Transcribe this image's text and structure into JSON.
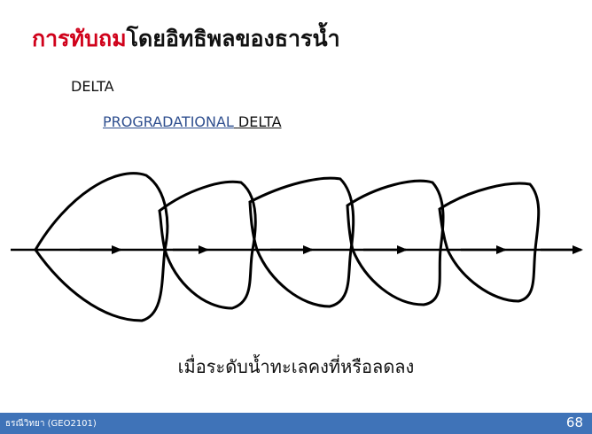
{
  "title": {
    "accent": "การทับถม",
    "rest": "โดยอิทธิพลของธารน้ำ"
  },
  "bullet_level1": "DELTA",
  "bullet_level2": {
    "link": "PROGRADATIONAL",
    "rest": "DELTA"
  },
  "caption": "เมื่อระดับน้ำทะเลคงที่หรือลดลง",
  "footer": {
    "course": "ธรณีวิทยา (GEO2101)",
    "page_number": "68"
  },
  "colors": {
    "title_accent": "#d0021b",
    "link": "#2f4f8f",
    "footer_bar": "#3f73b8"
  }
}
